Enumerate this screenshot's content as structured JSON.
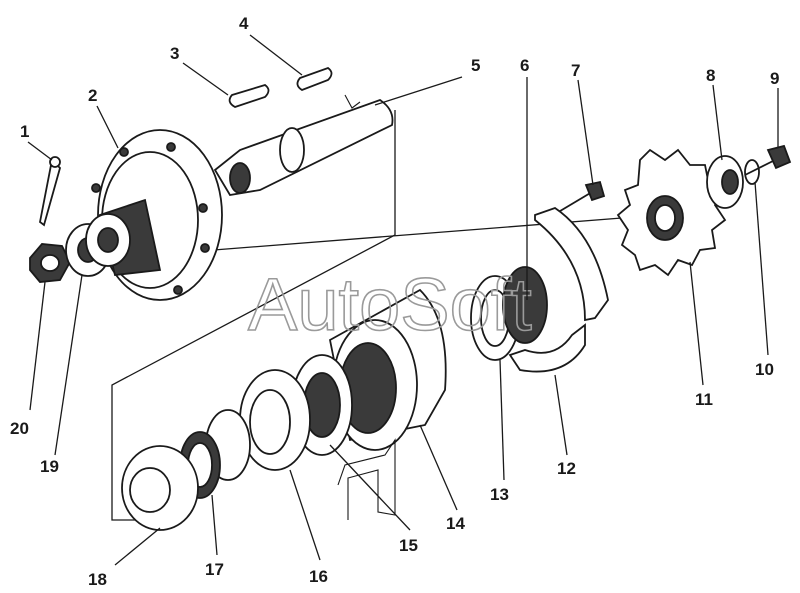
{
  "watermark": "AutoSoft",
  "labels": {
    "l1": "1",
    "l2": "2",
    "l3": "3",
    "l4": "4",
    "l5": "5",
    "l6": "6",
    "l7": "7",
    "l8": "8",
    "l9": "9",
    "l10": "10",
    "l11": "11",
    "l12": "12",
    "l13": "13",
    "l14": "14",
    "l15": "15",
    "l16": "16",
    "l17": "17",
    "l18": "18",
    "l19": "19",
    "l20": "20"
  }
}
